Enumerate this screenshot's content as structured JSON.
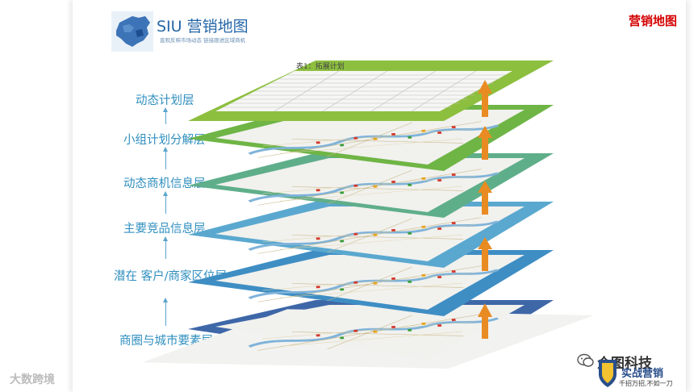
{
  "header": {
    "corner_title": "营销地图",
    "logo_title": "SIU 营销地图",
    "logo_subtitle": "直观反映市场动态 链接跟进区域商机"
  },
  "layers": [
    {
      "label": "动态计划层",
      "color": "#8dbf3f"
    },
    {
      "label": "小组计划分解层",
      "color": "#6fb546"
    },
    {
      "label": "动态商机信息层",
      "color": "#5fae8a"
    },
    {
      "label": "主要竞品信息层",
      "color": "#5aa8cf"
    },
    {
      "label": "潜在 客户/商家区位层",
      "color": "#3e8ec4"
    },
    {
      "label": "商圈与城市要素层",
      "color": "#3e67a8"
    }
  ],
  "plan_sheet_title": "表1：拓展计划",
  "watermarks": {
    "left": "大数跨境",
    "right": "众图科技",
    "badge_title": "实战营销",
    "badge_sub": "千招万招,不如一刀"
  },
  "colors": {
    "accent_orange": "#e98b23",
    "label_blue": "#2f8fbf",
    "corner_red": "#d40000"
  }
}
